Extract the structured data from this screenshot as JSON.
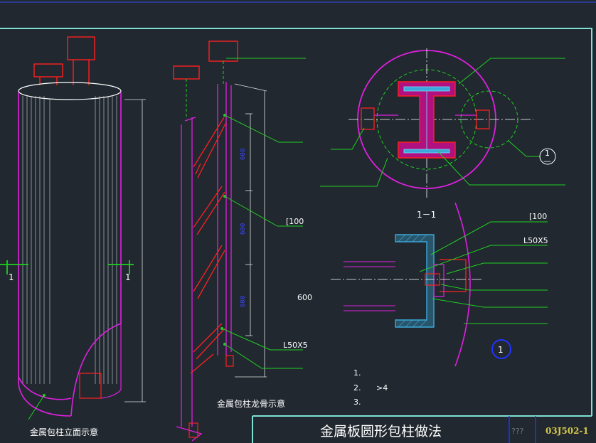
{
  "labels": {
    "elevation_caption": "金属包柱立面示意",
    "framing_caption": "金属包柱龙骨示意",
    "section_title": "1－1",
    "channel": "[100",
    "angle": "L50X5",
    "angle_lower": "L50X5",
    "channel_mid": "[100",
    "dim_600": "600",
    "dim_a": "600",
    "dim_b": "600",
    "dim_c": "600",
    "cut_left": "1",
    "cut_right": "1",
    "detail_mark": "1",
    "callout_num": "1",
    "callout_den": "—"
  },
  "notes": [
    "1.",
    "2.",
    "3."
  ],
  "note_extra": ">4",
  "title_block": {
    "title": "金属板圆形包柱做法",
    "page": "???",
    "code": "03J502-1"
  },
  "colors": {
    "background": "#212830",
    "frame": "#7fe0d8",
    "magenta": "#e020e0",
    "red": "#ff2020",
    "green": "#20d020",
    "white": "#ffffff",
    "blue": "#2233ff"
  }
}
